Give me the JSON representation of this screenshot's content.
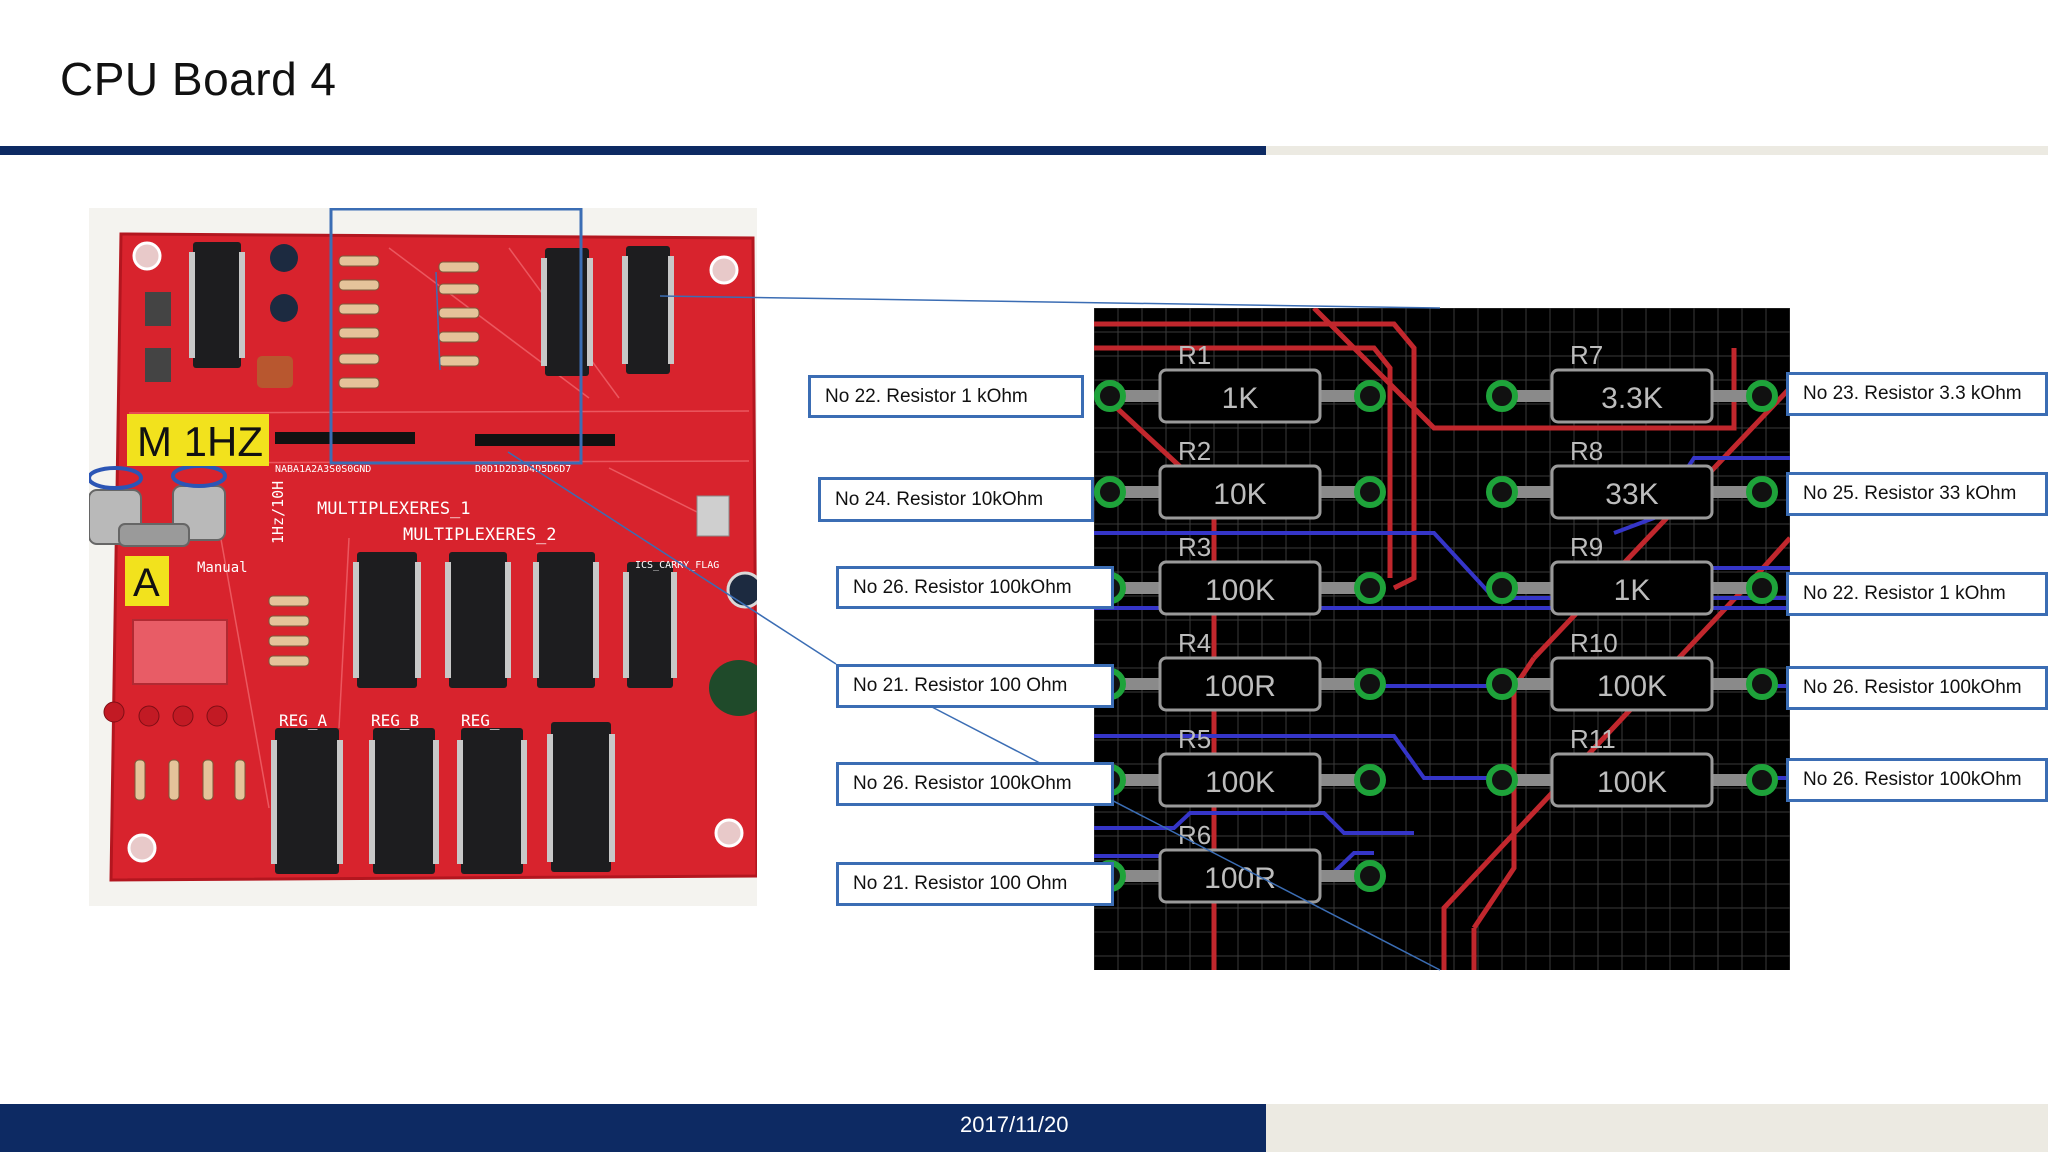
{
  "slide": {
    "title": "CPU Board 4",
    "date": "2017/11/20"
  },
  "photo": {
    "silkscreen": {
      "multiplexer_1": "MULTIPLEXERES_1",
      "multiplexer_2": "MULTIPLEXERES_2",
      "reg_a": "REG_A",
      "reg_b": "REG_B",
      "reg_c": "REG_",
      "clock_switch": "1Hz/10H",
      "manual": "Manual",
      "pins_a": "NABA1A2A3S0S0GND",
      "pins_d": "D0D1D2D3D4D5D6D7",
      "carry": "ICS_CARRY_FLAG"
    },
    "label_m1hz": "M 1HZ",
    "label_a": "A"
  },
  "pcb": {
    "resistors": [
      {
        "ref": "R1",
        "value": "1K"
      },
      {
        "ref": "R2",
        "value": "10K"
      },
      {
        "ref": "R3",
        "value": "100K"
      },
      {
        "ref": "R4",
        "value": "100R"
      },
      {
        "ref": "R5",
        "value": "100K"
      },
      {
        "ref": "R6",
        "value": "100R"
      },
      {
        "ref": "R7",
        "value": "3.3K"
      },
      {
        "ref": "R8",
        "value": "33K"
      },
      {
        "ref": "R9",
        "value": "1K"
      },
      {
        "ref": "R10",
        "value": "100K"
      },
      {
        "ref": "R11",
        "value": "100K"
      }
    ]
  },
  "callouts": {
    "left": [
      "No 22.  Resistor 1 kOhm",
      "No 24.  Resistor 10kOhm",
      "No 26.  Resistor 100kOhm",
      "No 21.  Resistor 100 Ohm",
      "No 26.  Resistor 100kOhm",
      "No 21.  Resistor 100 Ohm"
    ],
    "right": [
      "No 23.  Resistor 3.3 kOhm",
      "No 25.  Resistor 33 kOhm",
      "No 22.  Resistor 1 kOhm",
      "No 26.  Resistor 100kOhm",
      "No 26.  Resistor 100kOhm"
    ]
  },
  "colors": {
    "accent": "#0d2a63",
    "callout_border": "#3b6db4",
    "board_red": "#d8232d",
    "pcb_background": "#000000",
    "pad_green": "#1ea33a",
    "trace_red": "#c1272d",
    "trace_blue": "#3535c8"
  }
}
